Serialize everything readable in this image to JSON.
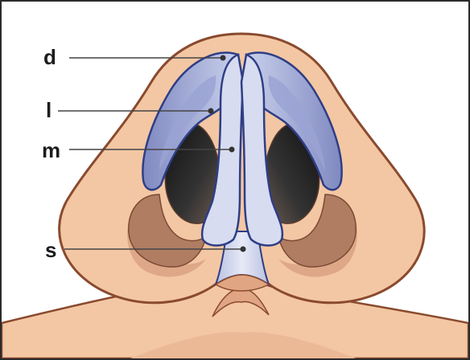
{
  "diagram": {
    "labels": {
      "d": "d",
      "l": "l",
      "m": "m",
      "s": "s"
    },
    "colors": {
      "skin": "#f3c7a4",
      "skin_shadow": "#e0a583",
      "skin_outline": "#8a4a2e",
      "cartilage": "#cfd6ee",
      "cartilage_dark": "#8e97c8",
      "cartilage_outline": "#2e3e86",
      "nostril": "#222222",
      "nostril_floor": "#b07d63",
      "leader_line": "#444444"
    }
  }
}
